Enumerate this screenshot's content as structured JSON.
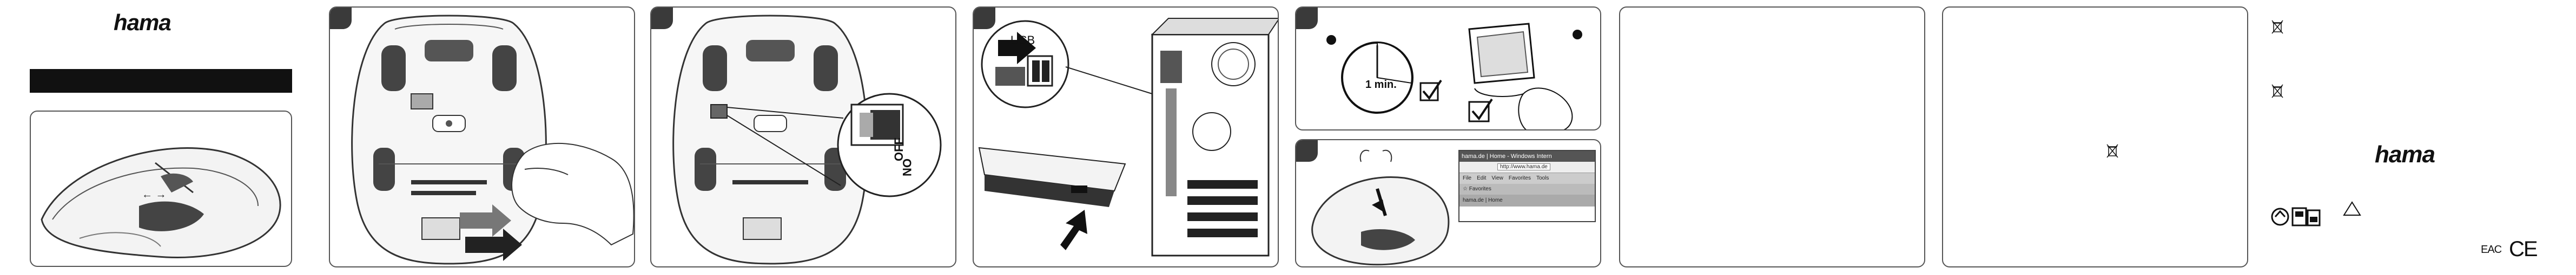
{
  "cover": {
    "brand": "hama"
  },
  "step_clock": {
    "duration_label": "1 min."
  },
  "step_pc": {
    "port_label": "USB",
    "switch_off": "OFF",
    "switch_on": "ON"
  },
  "browser": {
    "title": "hama.de | Home - Windows Intern",
    "address": "http://www.hama.de",
    "menu": [
      "File",
      "Edit",
      "View",
      "Favorites",
      "Tools"
    ],
    "favorites": "Favorites",
    "tab": "hama.de | Home"
  },
  "back": {
    "brand": "hama",
    "ce_mark": "CE",
    "eac_mark": "EAC"
  },
  "icons": [
    "mouse-icon",
    "hand-icon",
    "usb-receiver-icon",
    "pc-tower-icon",
    "laptop-icon",
    "clock-icon",
    "checkmark-icon",
    "monitor-icon",
    "weee-bin-icon",
    "recycling-icon",
    "triangle-icon"
  ]
}
